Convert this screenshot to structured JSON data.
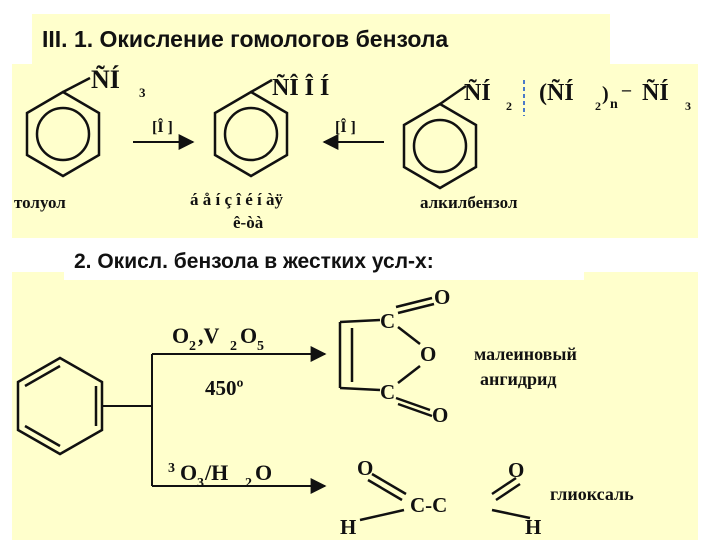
{
  "header": {
    "title": "III. 1. Окисление гомологов бензола"
  },
  "section2": {
    "title": "2. Окисл. бензола в жестких усл-х:"
  },
  "reaction1": {
    "toluene": {
      "ch": "ÑÍ",
      "sub": "3",
      "name": "толуол"
    },
    "arrow_left": {
      "reagent": "[Î ]"
    },
    "benzoic_acid": {
      "group": "ÑÎ Î Í",
      "name_line1": "á å í ç î é í àÿ",
      "name_line2": "ê-òà"
    },
    "arrow_right": {
      "reagent": "[Î ]"
    },
    "alkylbenzene": {
      "ch": "ÑÍ",
      "sub2": "2",
      "mid": "(ÑÍ",
      "sub3": "2",
      "subn": "n",
      "dash": "–",
      "end": "ÑÍ",
      "sub4": "3",
      "name": "алкилбензол"
    }
  },
  "reaction2": {
    "upper": {
      "reagent_o": "O",
      "reagent_o_sub": "2",
      "reagent_comma": ",V",
      "reagent_v_sub": "2",
      "reagent_o2": "O",
      "reagent_o2_sub": "5",
      "temperature": "450º",
      "atoms": {
        "c_top": "C",
        "o_top": "O",
        "o_ring": "O",
        "c_bottom": "C",
        "o_bottom": "O"
      },
      "product_line1": "малеиновый",
      "product_line2": "ангидрид"
    },
    "lower": {
      "coef": "3",
      "reagent_o": "O",
      "reagent_o_sub": "3",
      "reagent_rest": "/H",
      "reagent_h_sub": "2",
      "reagent_end": "O",
      "atoms": {
        "o_left": "O",
        "cc": "C-C",
        "o_right": "O",
        "h_left": "H",
        "h_right": "H"
      },
      "product": "глиоксаль"
    }
  }
}
